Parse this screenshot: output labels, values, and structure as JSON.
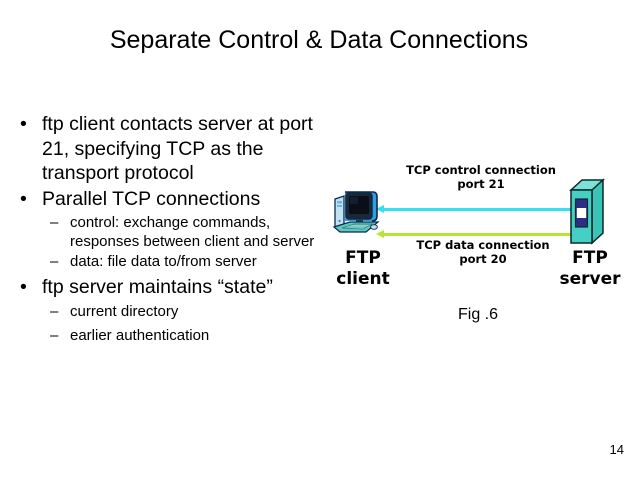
{
  "slide": {
    "title": "Separate Control & Data Connections",
    "page_number": "14"
  },
  "bullets": [
    {
      "level": 1,
      "marker": "•",
      "text": "ftp client contacts server at port 21, specifying TCP as the transport protocol"
    },
    {
      "level": 1,
      "marker": "•",
      "text": "Parallel TCP connections"
    },
    {
      "level": 2,
      "marker": "–",
      "text": "control: exchange commands, responses between client and server"
    },
    {
      "level": 2,
      "marker": "–",
      "text": "data: file data to/from server"
    },
    {
      "level": 1,
      "marker": "•",
      "text": "ftp server maintains “state”"
    },
    {
      "level": 2,
      "marker": "–",
      "text": "current directory"
    },
    {
      "level": 2,
      "marker": "–",
      "text": "earlier authentication"
    }
  ],
  "diagram": {
    "caption": "Fig .6",
    "client_label_line1": "FTP",
    "client_label_line2": "client",
    "server_label_line1": "FTP",
    "server_label_line2": "server",
    "control_label_line1": "TCP control connection",
    "control_label_line2": "port 21",
    "data_label_line1": "TCP data connection",
    "data_label_line2": "port 20",
    "colors": {
      "control_arrow": "#35e0f5",
      "data_arrow": "#b6e535",
      "server_body": "#46cfc4",
      "server_slot": "#2e2d86",
      "client_monitor": "#2f9fe0"
    }
  }
}
